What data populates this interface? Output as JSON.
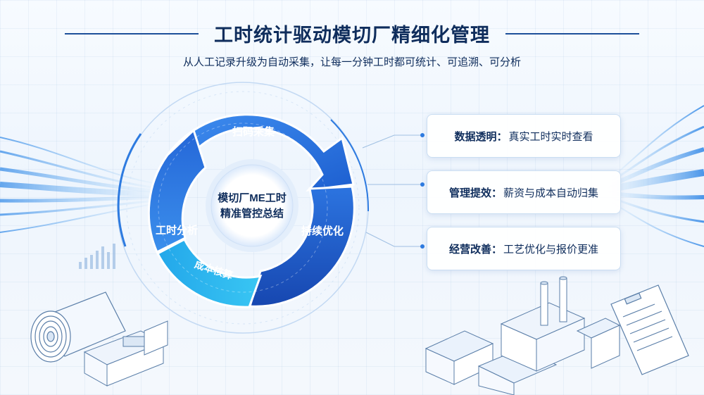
{
  "title": "工时统计驱动模切厂精细化管理",
  "subtitle": "从人工记录升级为自动采集，让每一分钟工时都可统计、可追溯、可分析",
  "cycle": {
    "center_line1": "模切厂ME工时",
    "center_line2": "精准管控总结",
    "segments": [
      "扫码采集",
      "持续优化",
      "成本核算",
      "工时分析"
    ]
  },
  "cards": [
    {
      "label": "数据透明：",
      "text": "真实工时实时查看"
    },
    {
      "label": "管理提效：",
      "text": "薪资与成本自动归集"
    },
    {
      "label": "经营改善：",
      "text": "工艺优化与报价更准"
    }
  ],
  "colors": {
    "accent_dark": "#1a57c6",
    "accent_mid": "#2e7be0",
    "accent_light": "#3fb6ee",
    "title": "#0f2d5c"
  }
}
